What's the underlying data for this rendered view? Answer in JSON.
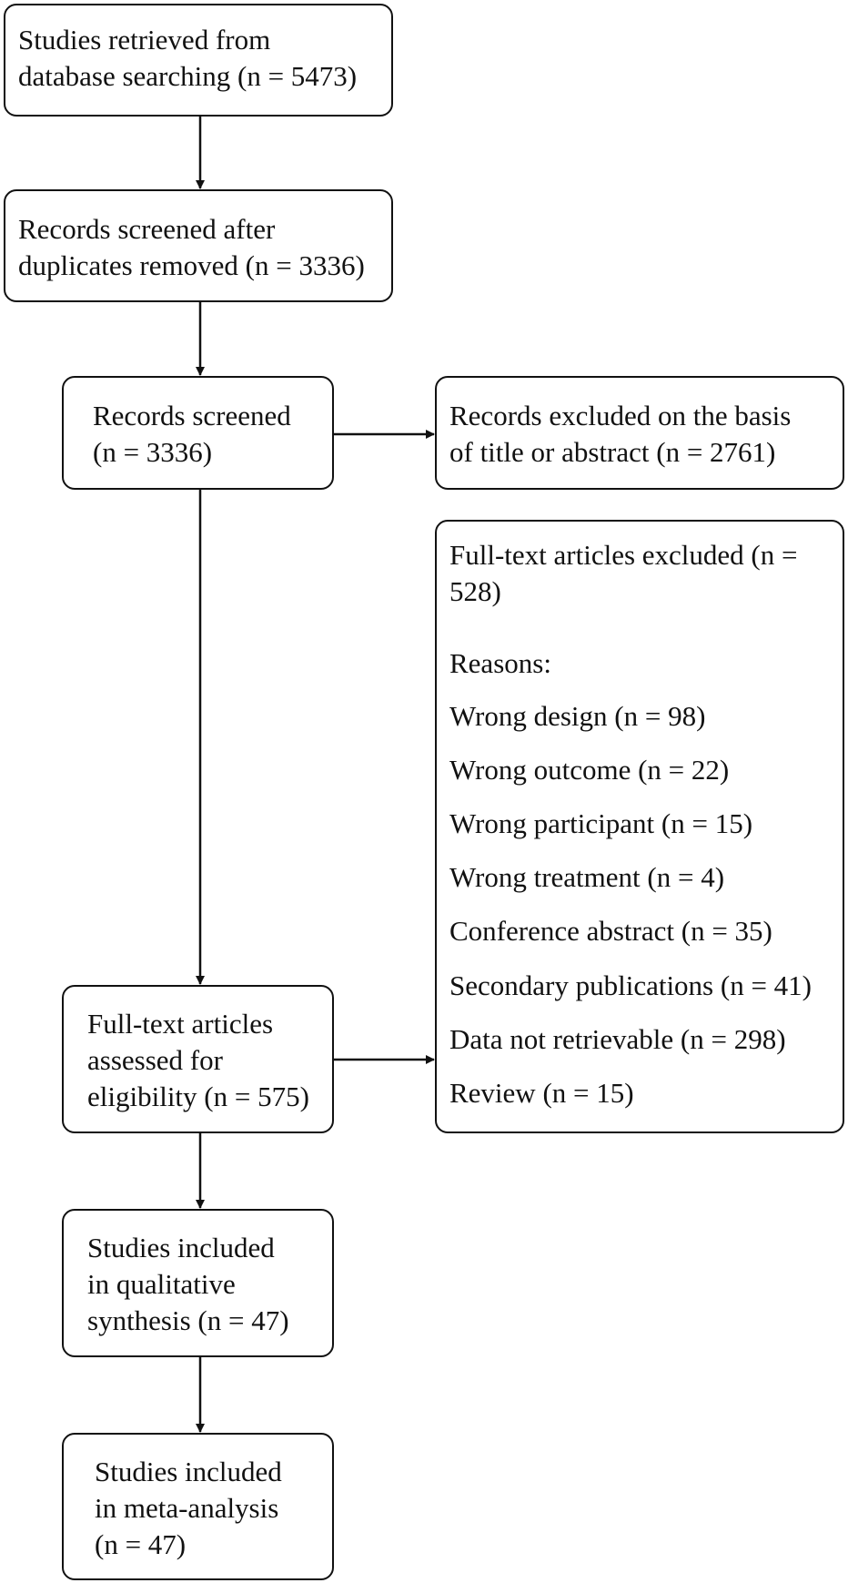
{
  "flow": {
    "identified": {
      "lines": [
        "Studies retrieved from",
        "database searching (n = 5473)"
      ]
    },
    "deduplicated": {
      "lines": [
        "Records screened after",
        "duplicates removed (n = 3336)"
      ]
    },
    "screened": {
      "lines": [
        "Records screened",
        "(n = 3336)"
      ]
    },
    "excluded_title_abstract": {
      "lines": [
        "Records excluded on the basis",
        "of title or abstract (n = 2761)"
      ]
    },
    "fulltext_assessed": {
      "lines": [
        "Full-text articles",
        "assessed for",
        "eligibility (n = 575)"
      ]
    },
    "fulltext_excluded": {
      "header_lines": [
        "Full-text articles excluded (n =",
        "528)"
      ],
      "reasons_label": "Reasons:",
      "reasons": [
        "Wrong design (n = 98)",
        "Wrong outcome (n = 22)",
        "Wrong participant (n = 15)",
        "Wrong treatment (n = 4)",
        "Conference abstract (n = 35)",
        "Secondary publications (n = 41)",
        "Data not retrievable (n = 298)",
        "Review (n = 15)"
      ]
    },
    "qualitative": {
      "lines": [
        "Studies included",
        "in qualitative",
        "synthesis (n = 47)"
      ]
    },
    "meta_analysis": {
      "lines": [
        "Studies included",
        "in meta-analysis",
        "(n = 47)"
      ]
    }
  }
}
